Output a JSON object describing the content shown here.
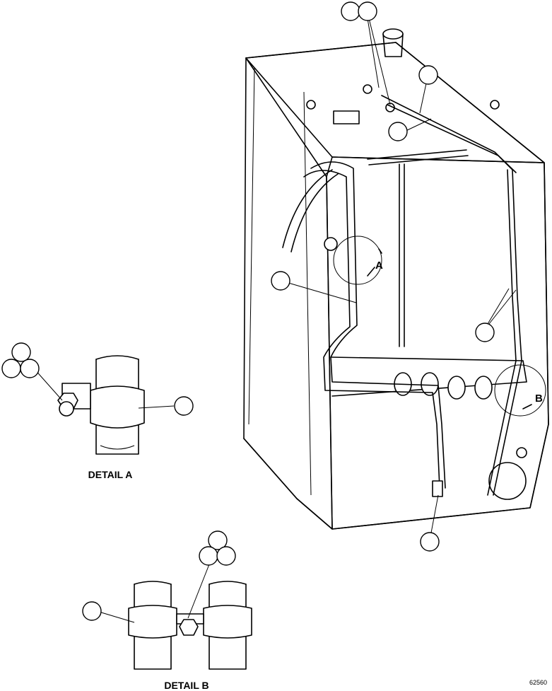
{
  "figure": {
    "view_label_a": "A",
    "view_label_b": "B",
    "detail_a_caption": "DETAIL A",
    "detail_b_caption": "DETAIL B",
    "figure_number": "62560"
  },
  "callout_bubbles": [
    {
      "id": "main-top-left",
      "text": ""
    },
    {
      "id": "main-top-right",
      "text": ""
    },
    {
      "id": "main-upper-right",
      "text": ""
    },
    {
      "id": "main-upper-center",
      "text": ""
    },
    {
      "id": "main-left",
      "text": ""
    },
    {
      "id": "main-right",
      "text": ""
    },
    {
      "id": "main-bottom",
      "text": ""
    },
    {
      "id": "detail-a-top",
      "text": ""
    },
    {
      "id": "detail-a-left",
      "text": ""
    },
    {
      "id": "detail-a-mid",
      "text": ""
    },
    {
      "id": "detail-a-clamp",
      "text": ""
    },
    {
      "id": "detail-b-top",
      "text": ""
    },
    {
      "id": "detail-b-left",
      "text": ""
    },
    {
      "id": "detail-b-right",
      "text": ""
    },
    {
      "id": "detail-b-clamp",
      "text": ""
    }
  ]
}
